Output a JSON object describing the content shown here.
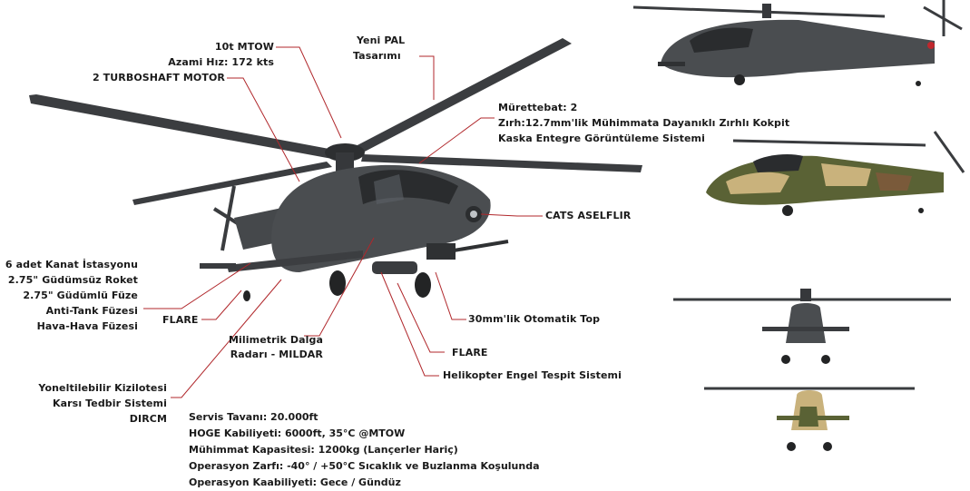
{
  "callouts": {
    "mtow": "10t MTOW",
    "max_speed": "Azami Hız: 172 kts",
    "engine": "2 TURBOSHAFT MOTOR",
    "blade": "Yeni PAL",
    "blade2": "Tasarımı",
    "crew": "Mürettebat: 2",
    "armor": "Zırh:12.7mm'lik Mühimmata Dayanıklı Zırhlı Kokpit",
    "helmet": "Kaska Entegre Görüntüleme Sistemi",
    "cats": "CATS ASELFLIR",
    "wing_stations": "6 adet Kanat İstasyonu",
    "rocket": "2.75\" Güdümsüz Roket",
    "missile": "2.75\" Güdümlü Füze",
    "antitank": "Anti-Tank Füzesi",
    "airtoair": "Hava-Hava Füzesi",
    "flare_left": "FLARE",
    "radar1": "Milimetrik Dalga",
    "radar2": "Radarı - MILDAR",
    "gun": "30mm'lik Otomatik Top",
    "flare_bottom": "FLARE",
    "obstacle": "Helikopter Engel Tespit Sistemi",
    "dircm1": "Yoneltilebilir Kizilotesi",
    "dircm2": "Karsı Tedbir Sistemi",
    "dircm3": "DIRCM"
  },
  "specs": [
    "Servis Tavanı: 20.000ft",
    "HOGE Kabiliyeti: 6000ft, 35°C @MTOW",
    "Mühimmat Kapasitesi: 1200kg (Lançerler Hariç)",
    "Operasyon Zarfı: -40° / +50°C Sıcaklık ve Buzlanma Koşulunda",
    "Operasyon Kaabiliyeti: Gece / Gündüz"
  ],
  "colors": {
    "leader_line": "#b0272b",
    "airframe": "#4a4d50",
    "airframe_dark": "#2d2f31",
    "camo_tan": "#c9b27c",
    "camo_green": "#5a6235",
    "camo_brown": "#7a5a3a"
  }
}
